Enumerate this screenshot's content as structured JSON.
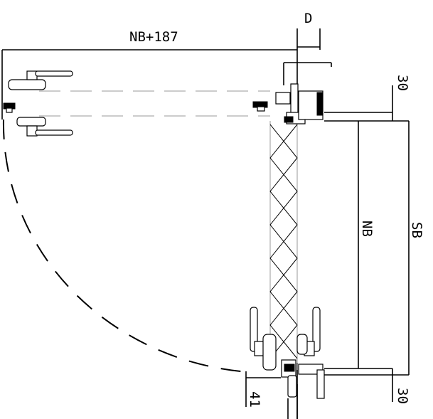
{
  "labels": {
    "top_width": "NB+187",
    "depth": "D",
    "offset_top": "30",
    "offset_bottom": "30",
    "clear_width": "NB",
    "structural_width": "SB",
    "side_offset": "41"
  }
}
